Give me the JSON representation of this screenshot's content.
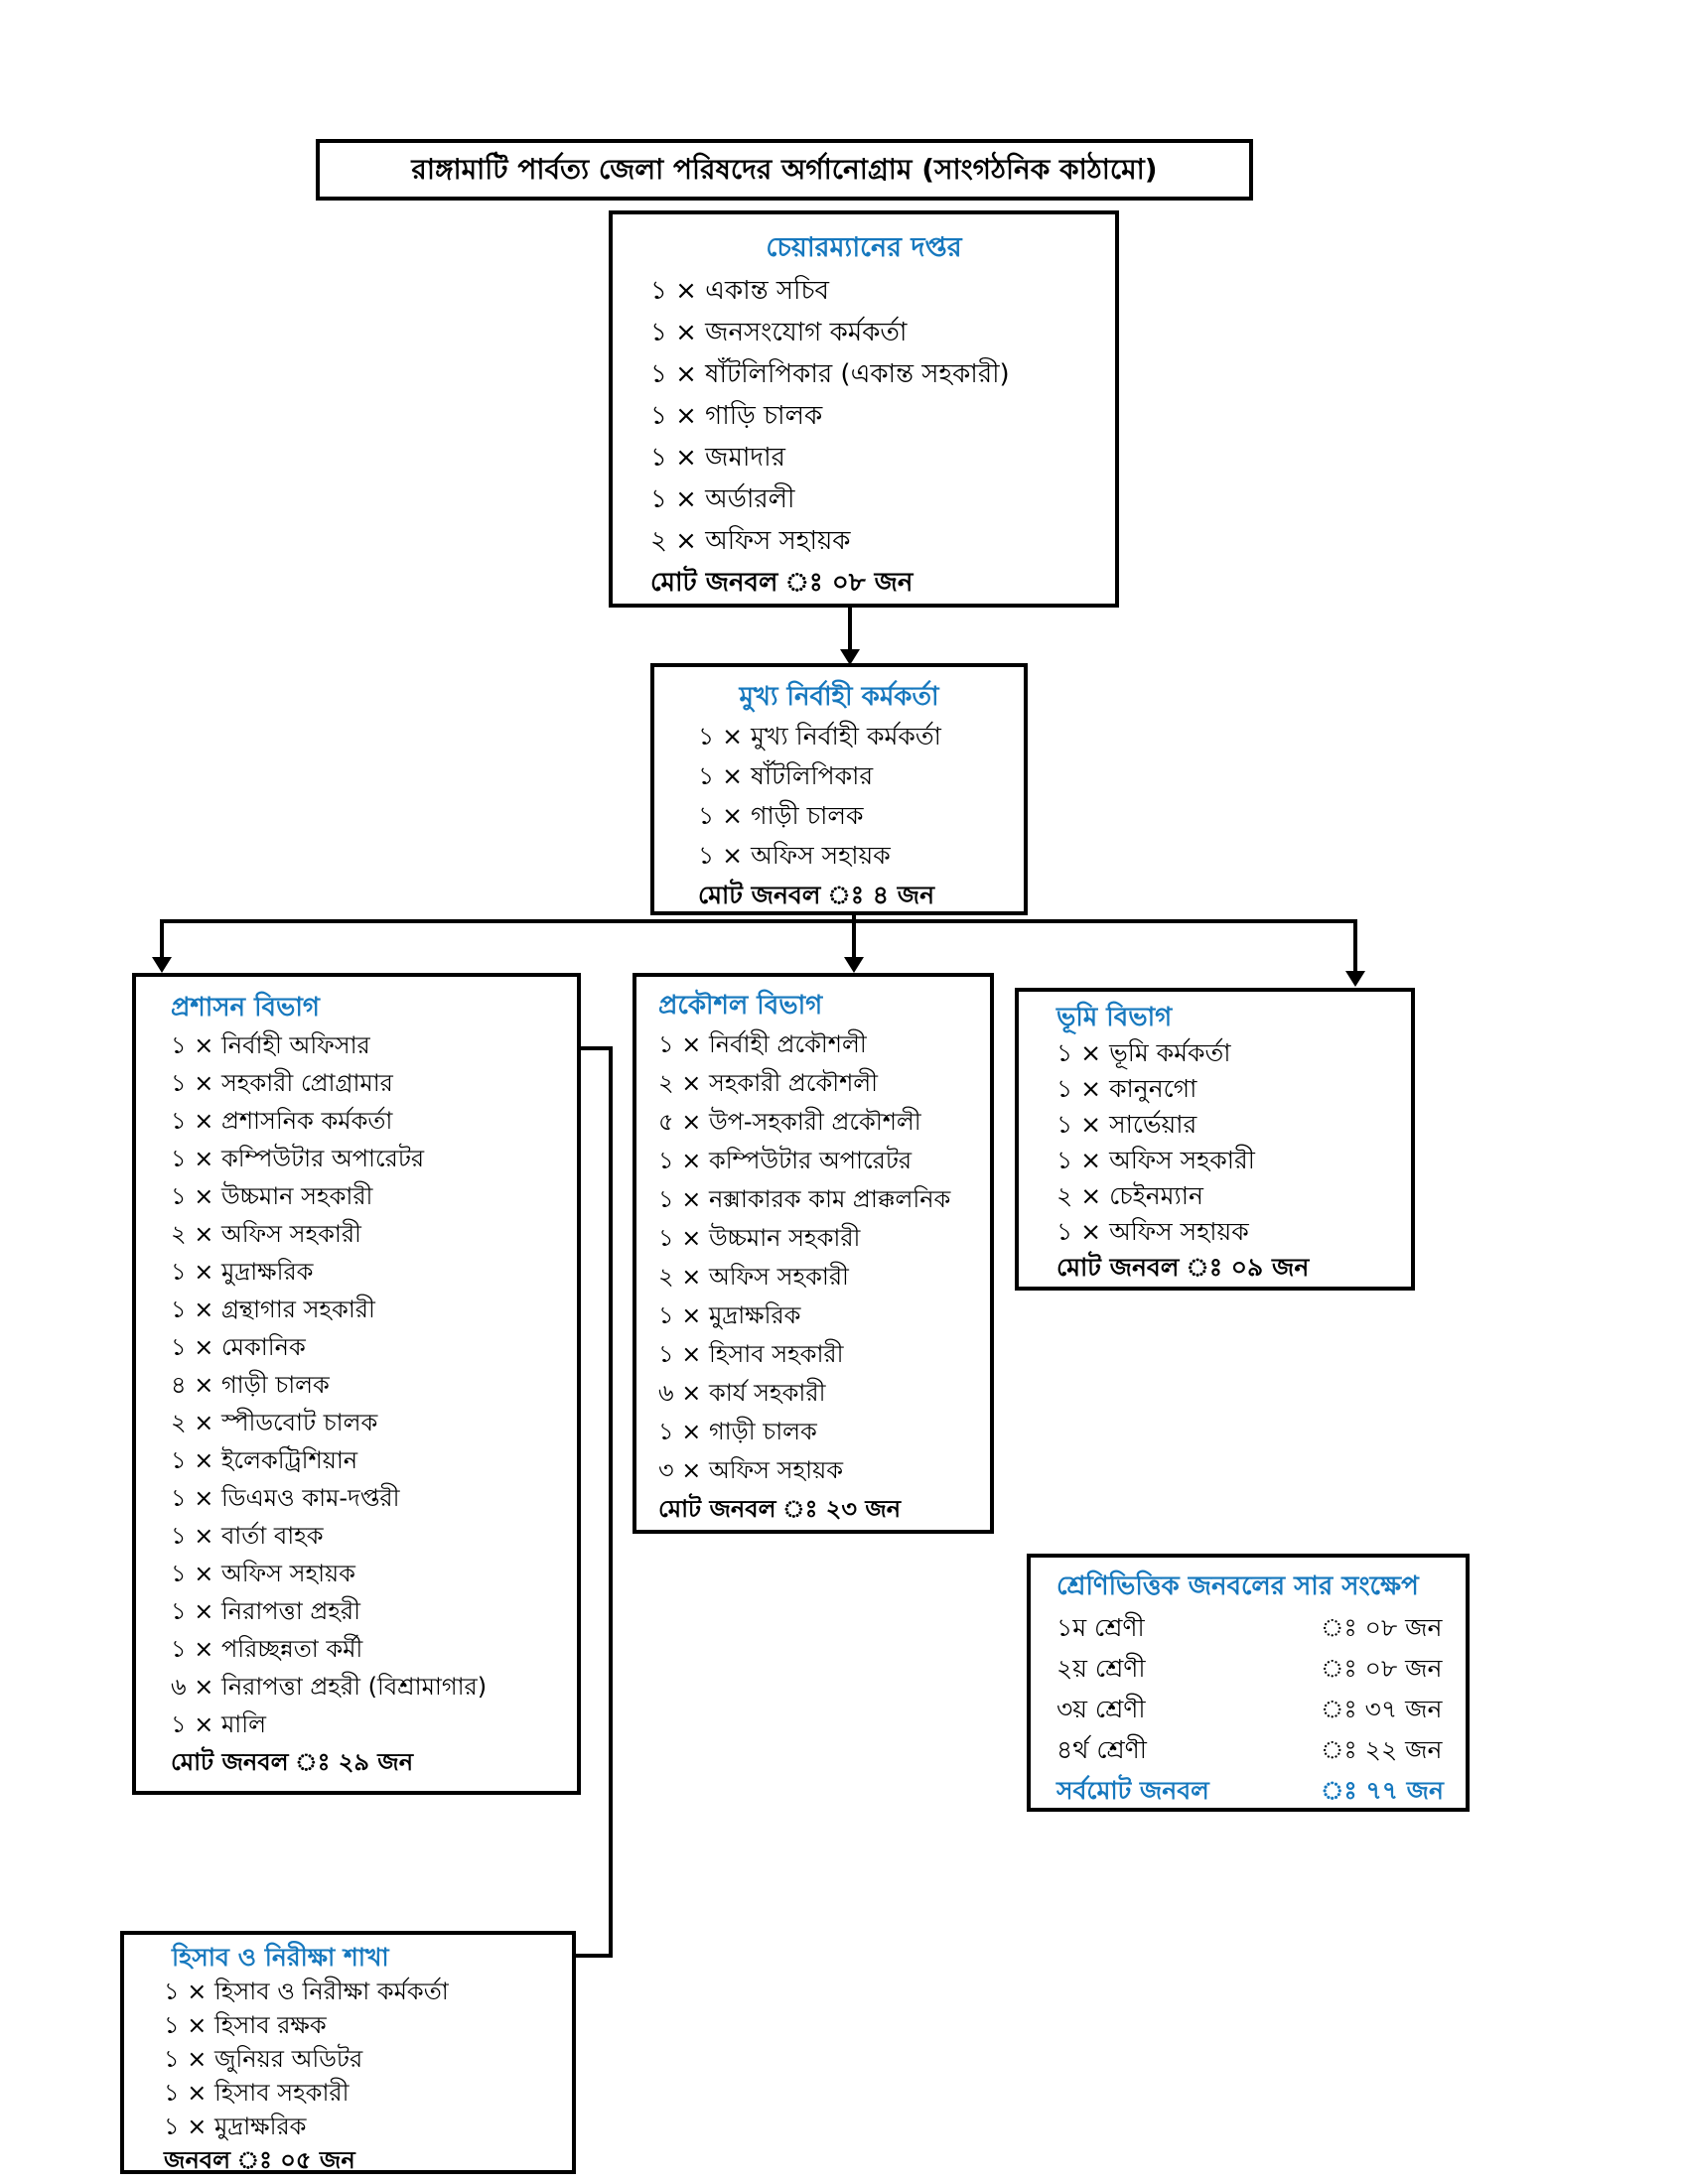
{
  "page_title": "রাঙ্গামাটি পার্বত্য জেলা পরিষদের অর্গানোগ্রাম (সাংগঠনিক কাঠামো)",
  "colors": {
    "heading_blue": "#1678BE",
    "text_black": "#000000",
    "line_black": "#000000",
    "background": "#FFFFFF"
  },
  "chairman": {
    "title": "চেয়ারম্যানের দপ্তর",
    "items": [
      "১ × একান্ত সচিব",
      "১ × জনসংযোগ কর্মকর্তা",
      "১ × ষাঁটলিপিকার (একান্ত সহকারী)",
      "১ × গাড়ি চালক",
      "১ × জমাদার",
      "১ × অর্ডারলী",
      "২ × অফিস সহায়ক"
    ],
    "total": "মোট জনবল ঃ ০৮ জন"
  },
  "ceo": {
    "title": "মুখ্য নির্বাহী কর্মকর্তা",
    "items": [
      "১ × মুখ্য নির্বাহী কর্মকর্তা",
      "১ × ষাঁটলিপিকার",
      "১ × গাড়ী চালক",
      "১ × অফিস সহায়ক"
    ],
    "total": "মোট জনবল ঃ ৪ জন"
  },
  "admin": {
    "title": "প্রশাসন বিভাগ",
    "items": [
      "১ × নির্বাহী অফিসার",
      "১ × সহকারী প্রোগ্রামার",
      "১ × প্রশাসনিক কর্মকর্তা",
      "১ × কম্পিউটার অপারেটর",
      "১ × উচ্চমান সহকারী",
      "২ × অফিস সহকারী",
      "১ × মুদ্রাক্ষরিক",
      "১ × গ্রন্থাগার সহকারী",
      "১ × মেকানিক",
      "৪ × গাড়ী চালক",
      "২ × স্পীডবোট চালক",
      "১ × ইলেকট্রিশিয়ান",
      "১ × ডিএমও কাম-দপ্তরী",
      "১ × বার্তা বাহক",
      "১ × অফিস সহায়ক",
      "১ × নিরাপত্তা প্রহরী",
      "১ × পরিচ্ছন্নতা কর্মী",
      "৬ × নিরাপত্তা প্রহরী (বিশ্রামাগার)",
      "১ × মালি"
    ],
    "total": "মোট জনবল ঃ ২৯ জন"
  },
  "engineering": {
    "title": "প্রকৌশল বিভাগ",
    "items": [
      "১ × নির্বাহী প্রকৌশলী",
      "২ × সহকারী প্রকৌশলী",
      "৫ × উপ-সহকারী প্রকৌশলী",
      "১ × কম্পিউটার অপারেটর",
      "১ × নক্সাকারক কাম প্রাক্কলনিক",
      "১ × উচ্চমান সহকারী",
      "২ × অফিস সহকারী",
      "১ × মুদ্রাক্ষরিক",
      "১ × হিসাব সহকারী",
      "৬ × কার্য সহকারী",
      "১ × গাড়ী চালক",
      "৩ × অফিস সহায়ক"
    ],
    "total": "মোট জনবল ঃ ২৩ জন"
  },
  "land": {
    "title": "ভূমি বিভাগ",
    "items": [
      "১ × ভূমি কর্মকর্তা",
      "১ × কানুনগো",
      "১ × সার্ভেয়ার",
      "১ × অফিস সহকারী",
      "২ × চেইনম্যান",
      "১ × অফিস সহায়ক"
    ],
    "total": "মোট জনবল ঃ ০৯ জন"
  },
  "accounts": {
    "title": "হিসাব ও নিরীক্ষা শাখা",
    "items": [
      "১ × হিসাব ও নিরীক্ষা কর্মকর্তা",
      "১ × হিসাব রক্ষক",
      "১ × জুনিয়র অডিটর",
      "১ × হিসাব সহকারী",
      "১ × মুদ্রাক্ষরিক"
    ],
    "total": "জনবল ঃ ০৫ জন"
  },
  "summary": {
    "title": "শ্রেণিভিত্তিক জনবলের সার সংক্ষেপ",
    "rows": [
      {
        "label": "১ম শ্রেণী",
        "value": "ঃ ০৮ জন"
      },
      {
        "label": "২য় শ্রেণী",
        "value": "ঃ ০৮ জন"
      },
      {
        "label": "৩য় শ্রেণী",
        "value": "ঃ ৩৭ জন"
      },
      {
        "label": "৪র্থ শ্রেণী",
        "value": "ঃ ২২ জন"
      }
    ],
    "total_label": "সর্বমোট জনবল",
    "total_value": "ঃ ৭৭ জন"
  }
}
